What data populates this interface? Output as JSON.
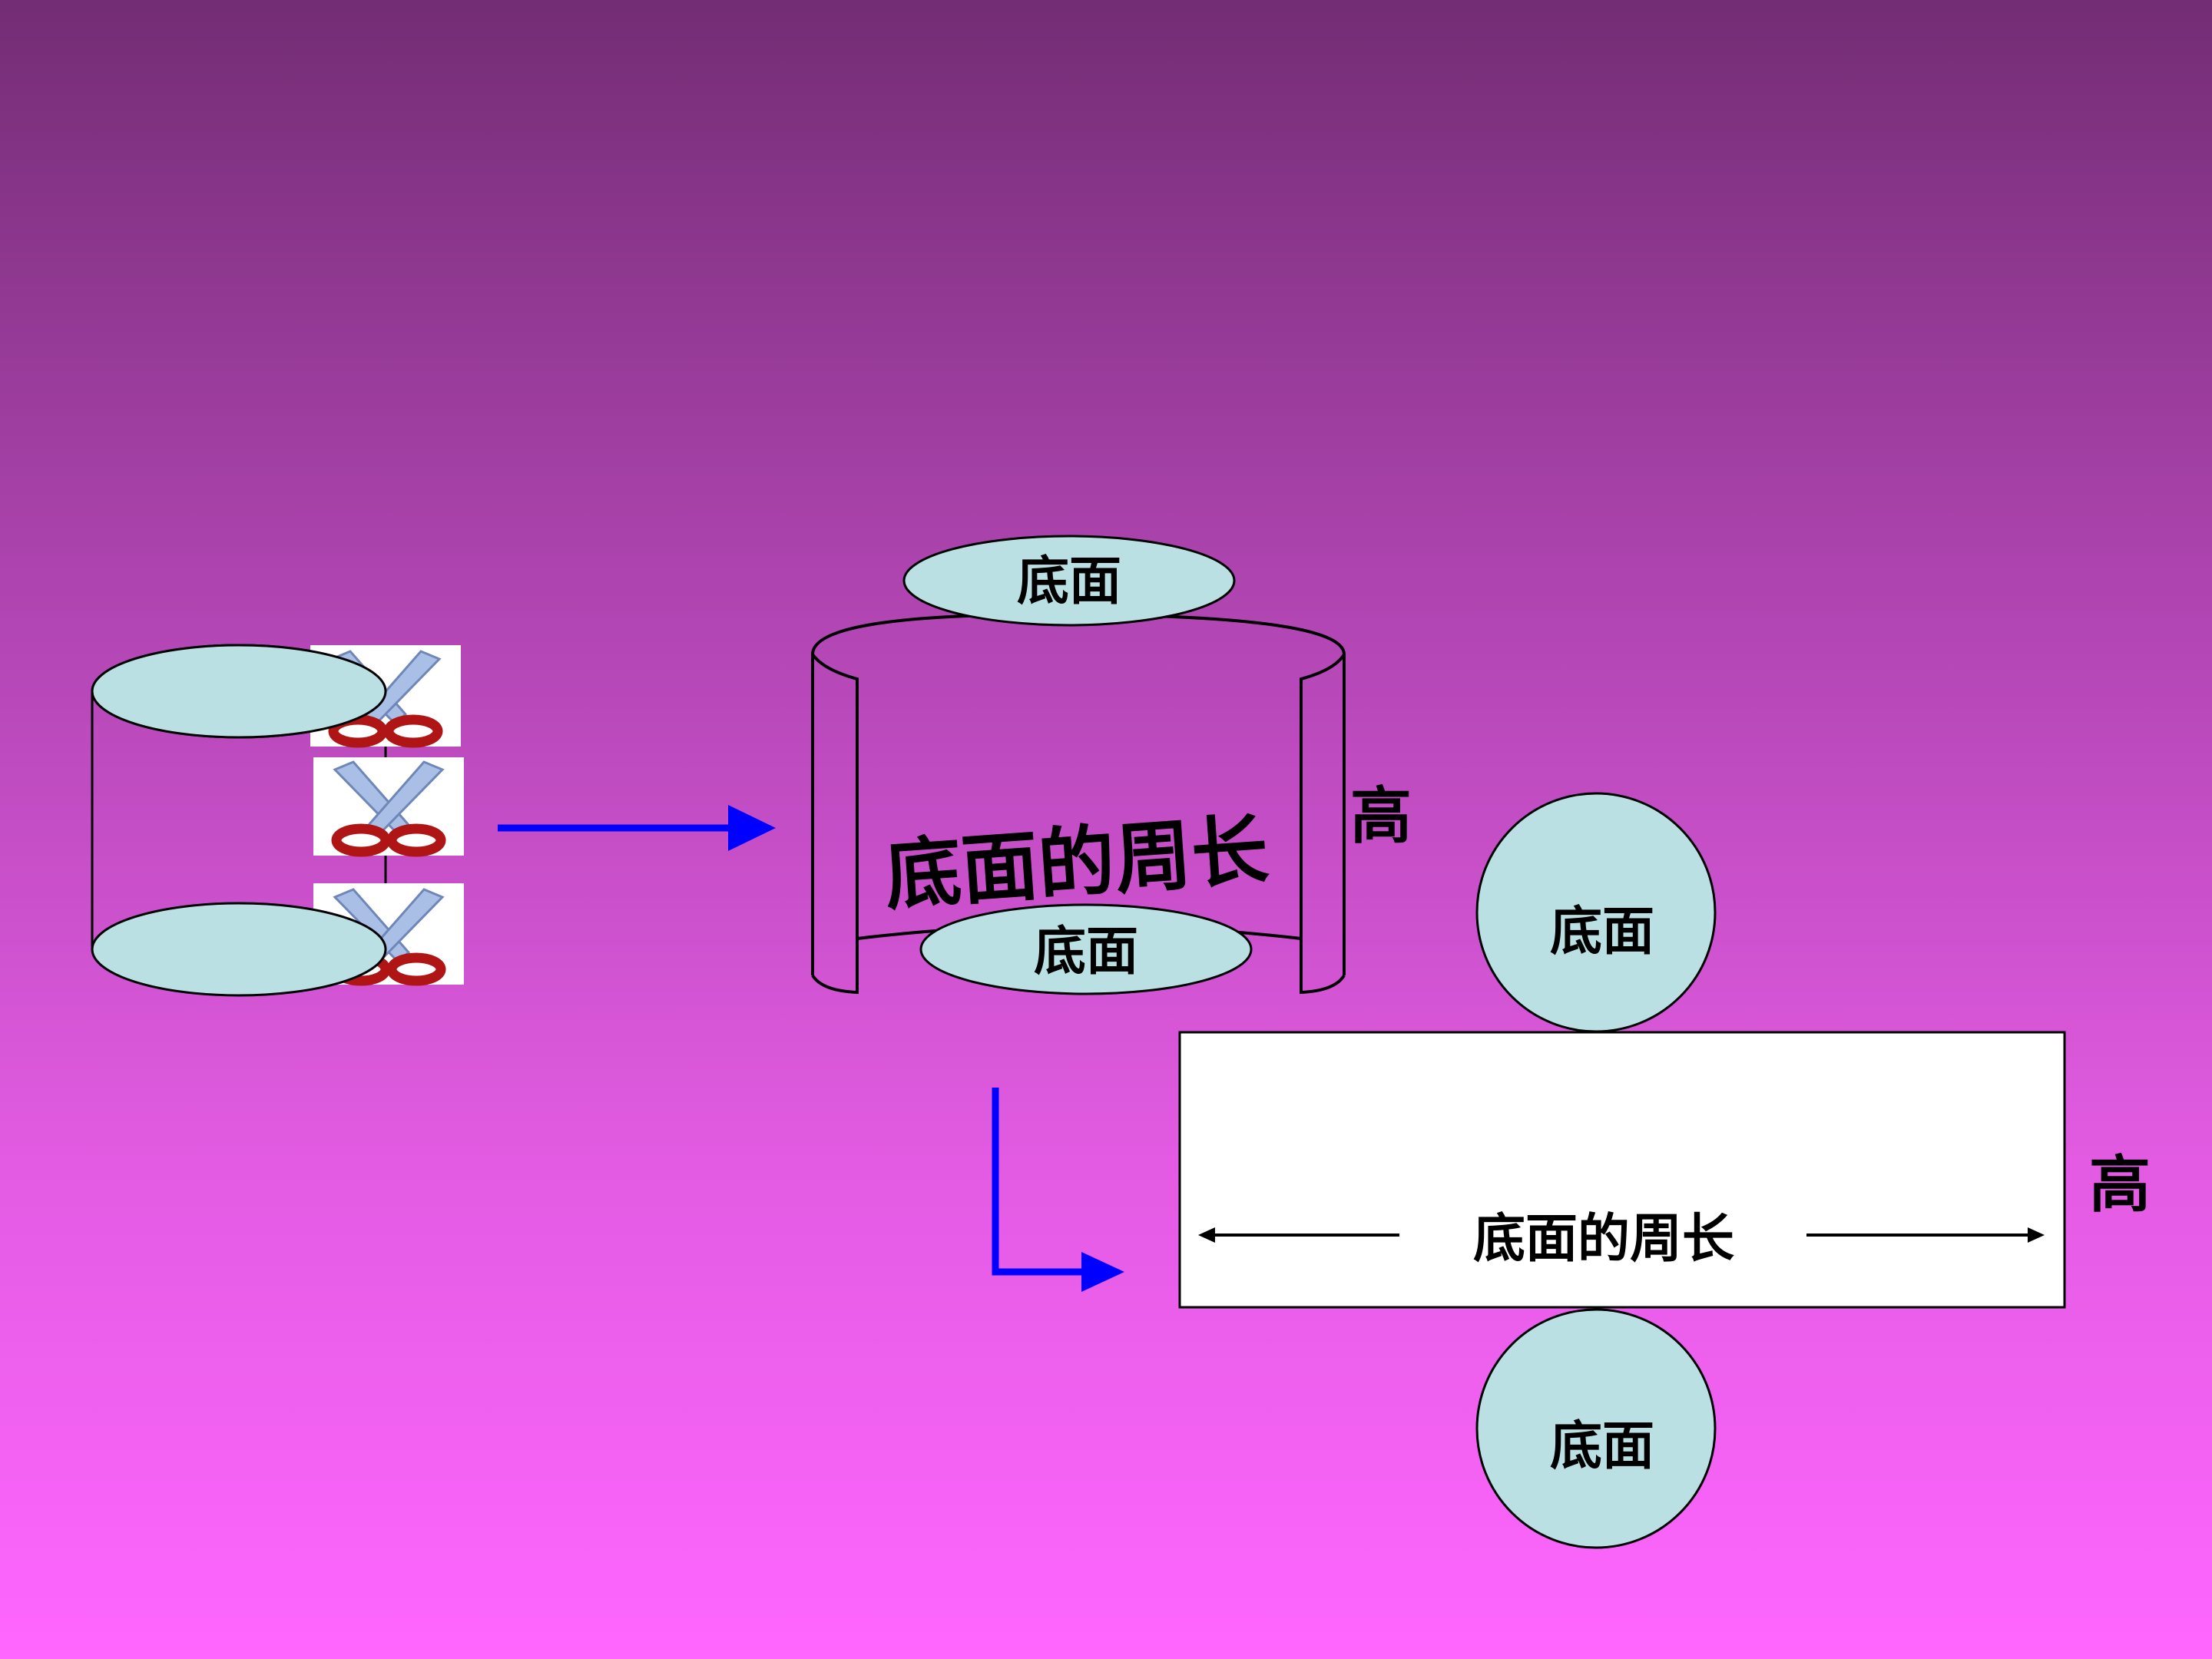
{
  "colors": {
    "background_top": "#732D74",
    "background_bottom": "#FF66FF",
    "face_fill": "#BBE0E3",
    "arrow": "#0000FF",
    "scissor_handle": "#B01515",
    "scissor_blade": "#A9BFE6"
  },
  "icons": [
    "scissors-icon",
    "scissors-icon",
    "scissors-icon"
  ],
  "labels": {
    "base": "底面",
    "height": "高",
    "base_perimeter": "底面的周长"
  },
  "opened_cylinder": {
    "top_base_label": "底面",
    "wrap_label": "底面的周长",
    "bottom_base_label": "底面",
    "height_label": "高"
  },
  "net": {
    "top_circle_label": "底面",
    "width_label": "底面的周长",
    "height_label": "高",
    "bottom_circle_label": "底面"
  }
}
